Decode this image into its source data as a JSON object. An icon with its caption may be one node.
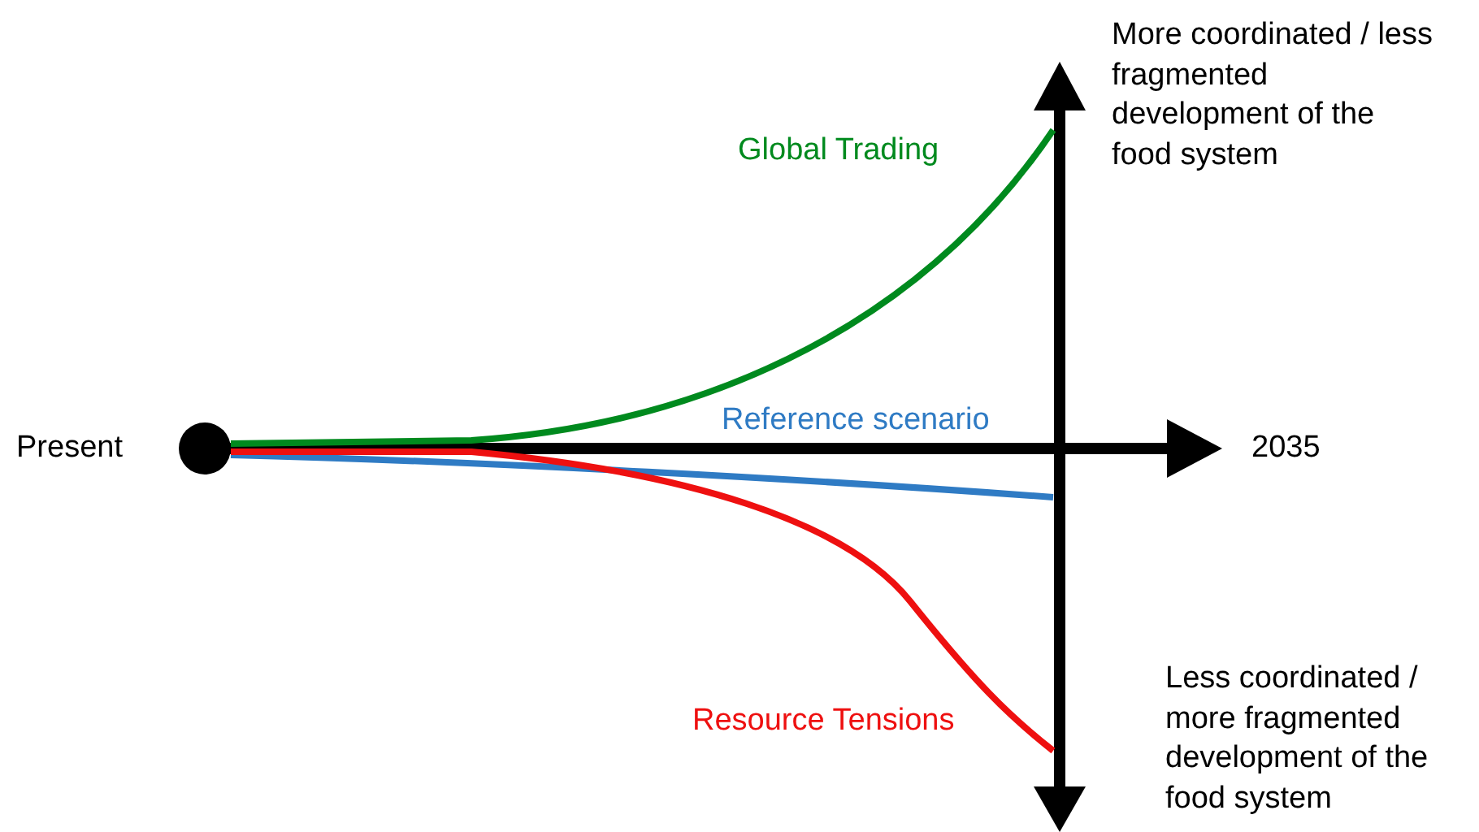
{
  "diagram": {
    "nodes": [
      {
        "text": [],
        "shape": "circle",
        "beside": [
          "Present"
        ]
      }
    ],
    "labels": [
      "More coordinated / less fragmented development of the food system",
      "Global Trading",
      "Reference scenario",
      "2035",
      "Resource Tensions",
      "Less coordinated / more fragmented development of the food system"
    ]
  }
}
